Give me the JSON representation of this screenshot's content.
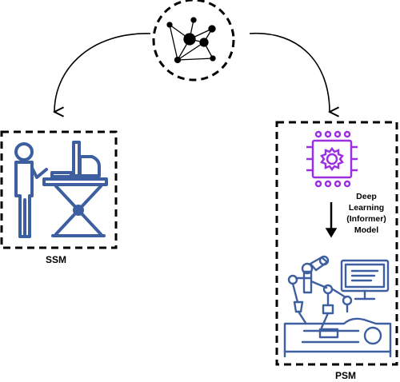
{
  "diagram": {
    "nodes": {
      "ssm": {
        "label": "SSM"
      },
      "psm": {
        "label": "PSM"
      },
      "model": {
        "lines": [
          "Deep",
          "Learning",
          "(Informer)",
          "Model"
        ]
      }
    },
    "edges": [
      {
        "from": "network-node",
        "to": "ssm"
      },
      {
        "from": "network-node",
        "to": "psm"
      },
      {
        "from": "model",
        "to": "surgical-robot"
      }
    ],
    "colors": {
      "outline": "#000000",
      "icon_blue": "#3d5fa0",
      "chip_purple": "#9b30e0"
    },
    "icons": [
      "network-graph-icon",
      "surgeon-console-icon",
      "ai-chip-icon",
      "surgical-robot-icon"
    ]
  }
}
